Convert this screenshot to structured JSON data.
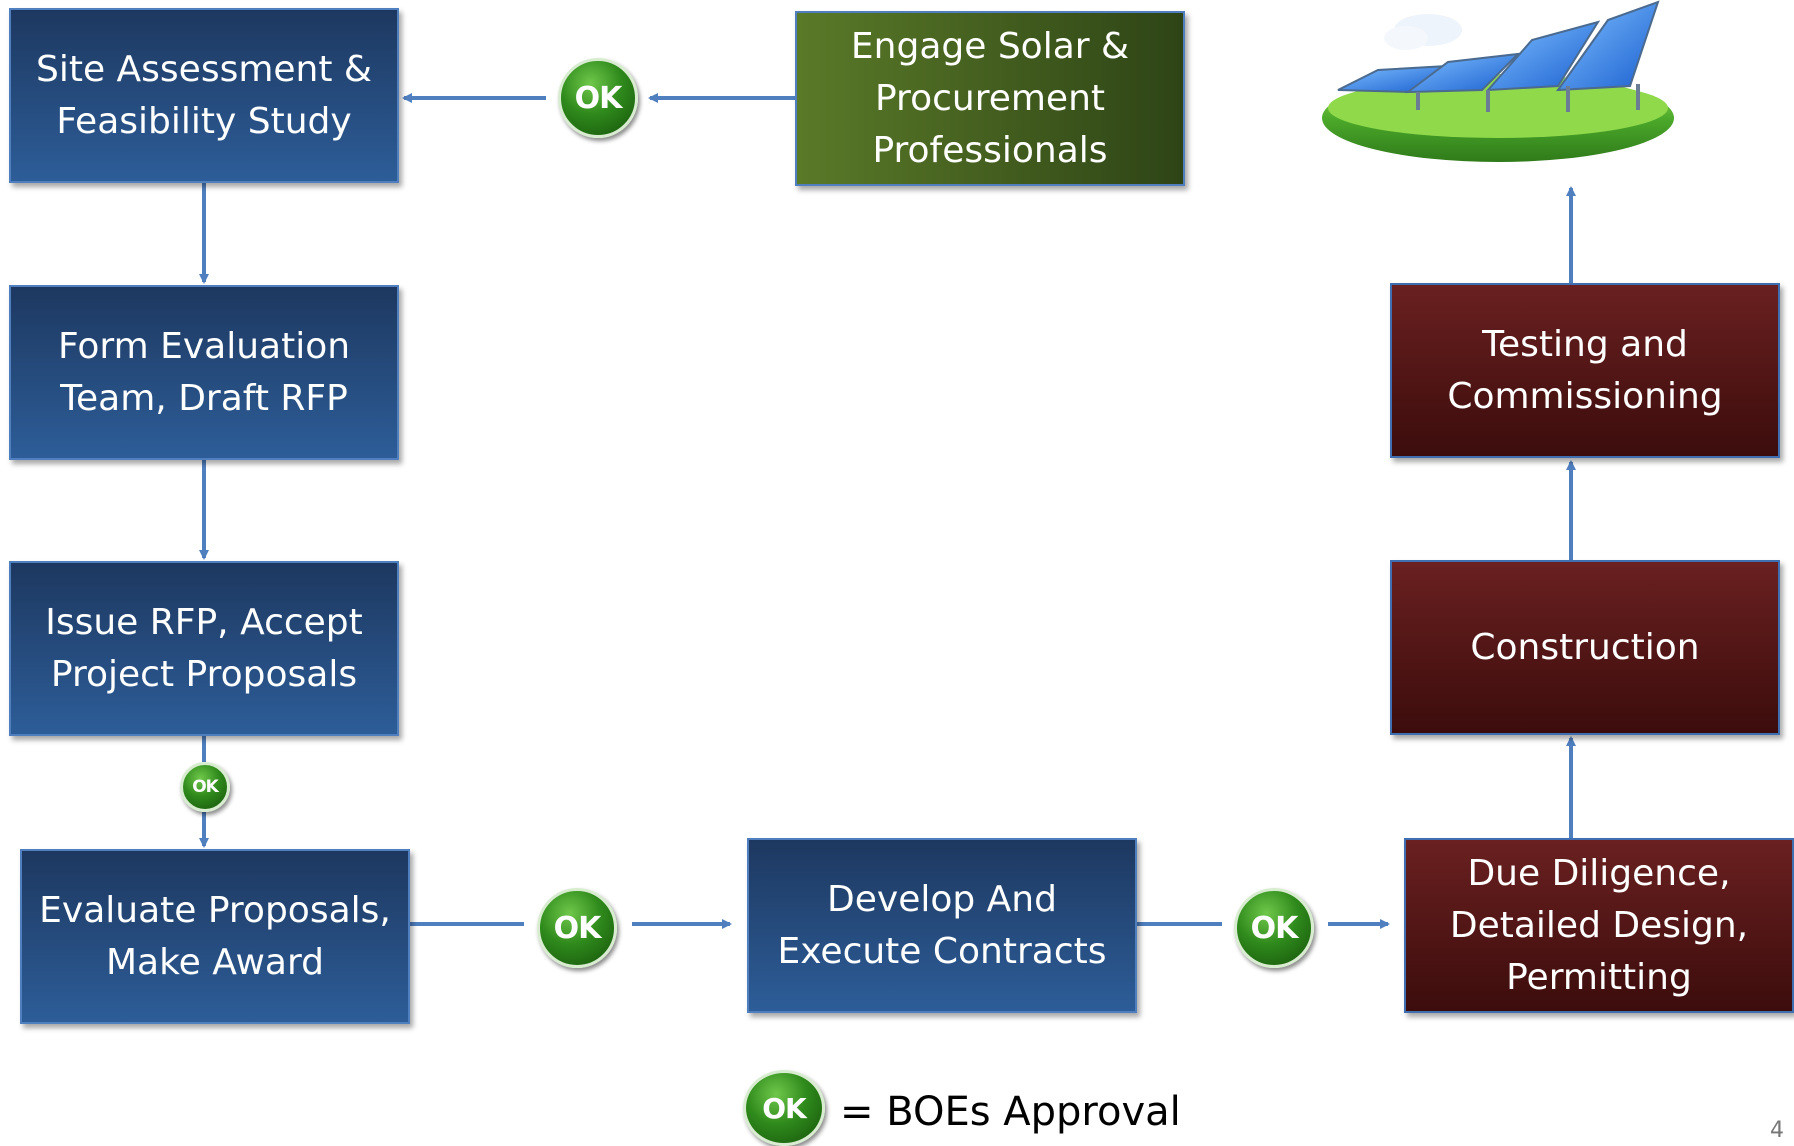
{
  "steps": {
    "site_assessment": "Site Assessment &\nFeasibility Study",
    "engage_solar": "Engage Solar &\nProcurement\nProfessionals",
    "form_team": "Form Evaluation\nTeam, Draft RFP",
    "issue_rfp": "Issue RFP, Accept\nProject Proposals",
    "evaluate": "Evaluate Proposals,\nMake Award",
    "contracts": "Develop And\nExecute Contracts",
    "due_diligence": "Due Diligence,\nDetailed Design,\nPermitting",
    "construction": "Construction",
    "testing": "Testing and\nCommissioning"
  },
  "approval_badge": "OK",
  "legend": {
    "badge": "OK",
    "text": "= BOEs Approval"
  },
  "page_number": "4",
  "colors": {
    "planning_step": "#2d5d98",
    "engage_step": "#4a6a22",
    "implementation_step": "#5a1a1a",
    "approval_badge": "#2f8a1c",
    "connector": "#4f7fbf"
  },
  "icons": [
    "ok-approval-icon",
    "solar-panel-field-icon"
  ]
}
